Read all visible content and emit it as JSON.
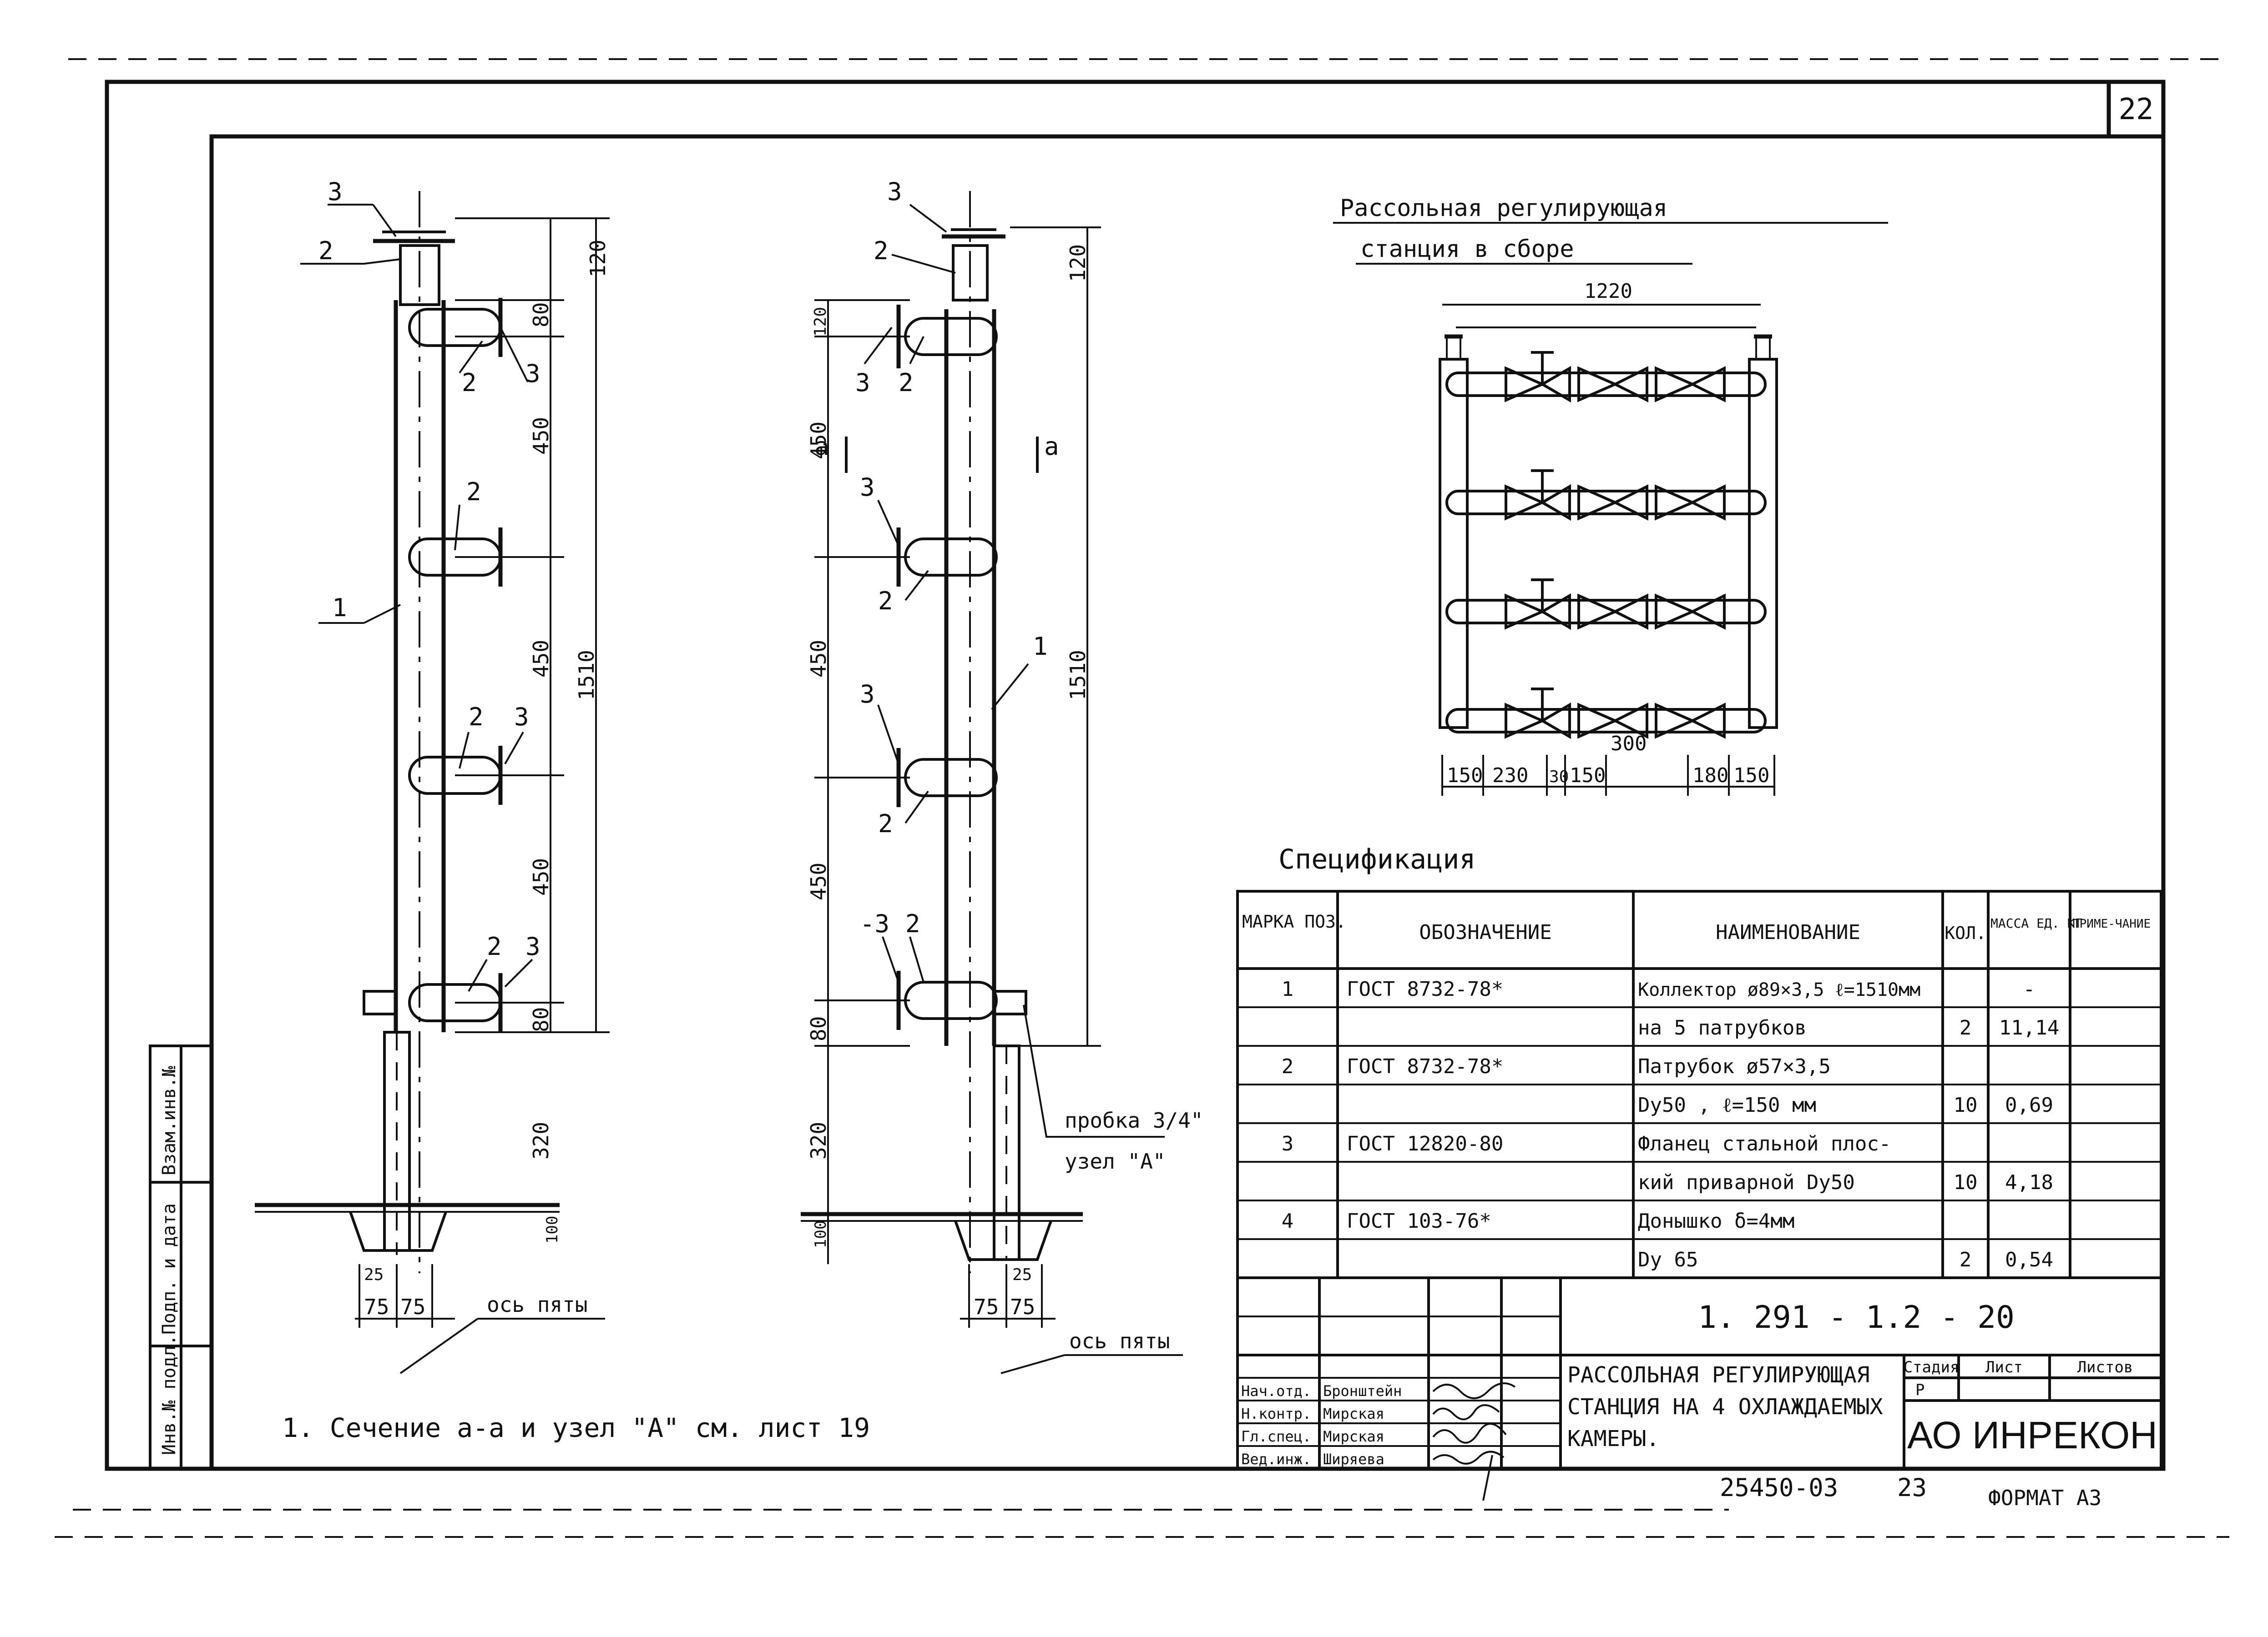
{
  "sheet": {
    "page_number": "22",
    "title_block": {
      "doc_code": "1. 291 - 1.2 - 20",
      "title_lines": [
        "РАССОЛЬНАЯ РЕГУЛИРУЮЩАЯ",
        "СТАНЦИЯ НА 4 ОХЛАЖДАЕМЫХ",
        "КАМЕРЫ."
      ],
      "stage_header": "Стадия",
      "stage_value": "Р",
      "sheet_header": "Лист",
      "sheets_header": "Листов",
      "company": "АО ИНРЕКОН",
      "roles": [
        {
          "role": "Нач.отд.",
          "name": "Бронштейн"
        },
        {
          "role": "Н.контр.",
          "name": "Мирская"
        },
        {
          "role": "Гл.спец.",
          "name": "Мирская"
        },
        {
          "role": "Вед.инж.",
          "name": "Ширяева"
        }
      ],
      "archive_no": "25450-03",
      "archive_sheet": "23",
      "format": "ФОРМАТ А3"
    },
    "side_stamp": [
      "Инв.№ подл.",
      "Подп. и дата",
      "Взам.инв.№"
    ],
    "note": "1. Сечение  а-а   и узел \"А\" см. лист 19"
  },
  "assembly": {
    "title_line1": "Рассольная  регулирующая",
    "title_line2": "станция  в  сборе",
    "width_dim": "1220",
    "bottom_dims": [
      "150",
      "230",
      "30",
      "150",
      "300",
      "180",
      "150"
    ]
  },
  "left_view": {
    "right_dims": [
      "120",
      "80",
      "450",
      "450",
      "450",
      "80",
      "320",
      "1510"
    ],
    "bottom_dims": [
      "25",
      "75",
      "75",
      "100"
    ],
    "axis_label": "ось пяты",
    "callouts": [
      "3",
      "2",
      "2",
      "3",
      "2",
      "1",
      "2",
      "3",
      "2",
      "3"
    ]
  },
  "right_view": {
    "left_dims": [
      "120",
      "450",
      "450",
      "450",
      "80",
      "320",
      "100"
    ],
    "right_dims": [
      "120",
      "1510"
    ],
    "bottom_dims": [
      "25",
      "75",
      "75"
    ],
    "section_marks": [
      "а",
      "а"
    ],
    "plug_label": "пробка 3/4\"",
    "node_label": "узел \"А\"",
    "axis_label": "ось пяты",
    "callouts": [
      "3",
      "2",
      "3",
      "2",
      "3",
      "2",
      "3",
      "2",
      "-3",
      "2",
      "1"
    ]
  },
  "spec": {
    "title": "Спецификация",
    "headers": [
      "МАРКА ПОЗ.",
      "ОБОЗНАЧЕНИЕ",
      "НАИМЕНОВАНИЕ",
      "КОЛ.",
      "МАССА ЕД. КГ",
      "ПРИМЕ-ЧАНИЕ"
    ],
    "rows": [
      [
        "1",
        "ГОСТ 8732-78*",
        "Коллектор ø89×3,5 ℓ=1510мм",
        "",
        "-",
        ""
      ],
      [
        "",
        "",
        "на 5 патрубков",
        "2",
        "11,14",
        ""
      ],
      [
        "2",
        "ГОСТ 8732-78*",
        "Патрубок ø57×3,5",
        "",
        "",
        ""
      ],
      [
        "",
        "",
        "Dу50 , ℓ=150 мм",
        "10",
        "0,69",
        ""
      ],
      [
        "3",
        "ГОСТ 12820-80",
        "Фланец стальной плос-",
        "",
        "",
        ""
      ],
      [
        "",
        "",
        "кий приварной Dу50",
        "10",
        "4,18",
        ""
      ],
      [
        "4",
        "ГОСТ 103-76*",
        "Донышко δ=4мм",
        "",
        "",
        ""
      ],
      [
        "",
        "",
        "Dу 65",
        "2",
        "0,54",
        ""
      ]
    ]
  }
}
